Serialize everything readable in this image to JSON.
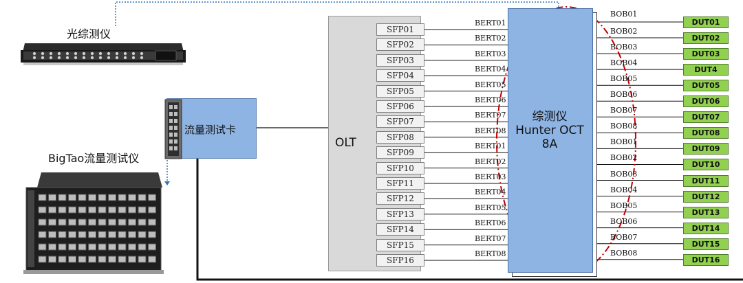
{
  "device_labels": {
    "optical_tester": "光综测仪",
    "traffic_tester": "BigTao流量测试仪",
    "traffic_card": "流量测试卡",
    "olt": "OLT",
    "oct_line1": "综测仪",
    "oct_line2": "Hunter OCT",
    "oct_line3": "8A"
  },
  "sfp_ports": [
    "SFP01",
    "SFP02",
    "SFP03",
    "SFP04",
    "SFP05",
    "SFP06",
    "SFP07",
    "SFP08",
    "SFP09",
    "SFP10",
    "SFP11",
    "SFP12",
    "SFP13",
    "SFP14",
    "SFP15",
    "SFP16"
  ],
  "bert_ports": [
    "BERT01",
    "BERT02",
    "BERT03",
    "BERT04",
    "BERT05",
    "BERT06",
    "BERT07",
    "BERT08",
    "BERT01",
    "BERT02",
    "BERT03",
    "BERT04",
    "BERT05",
    "BERT06",
    "BERT07",
    "BERT08"
  ],
  "bob_ports": [
    "BOB01",
    "BOB02",
    "BOB03",
    "BOB04",
    "BOB05",
    "BOB06",
    "BOB07",
    "BOB08",
    "BOB01",
    "BOB02",
    "BOB03",
    "BOB04",
    "BOB05",
    "BOB06",
    "BOB07",
    "BOB08"
  ],
  "duts": [
    "DUT01",
    "DUT02",
    "DUT03",
    "DUT4",
    "DUT05",
    "DUT06",
    "DUT07",
    "DUT08",
    "DUT09",
    "DUT10",
    "DUT11",
    "DUT12",
    "DUT13",
    "DUT14",
    "DUT15",
    "DUT16"
  ],
  "colors": {
    "olt_fill": "#d9d9d9",
    "oct_fill": "#8eb4e3",
    "card_fill": "#8eb4e3",
    "dut_fill": "#92d050",
    "highlight_dash": "#c00000",
    "dotted_link": "#2e75b6"
  }
}
